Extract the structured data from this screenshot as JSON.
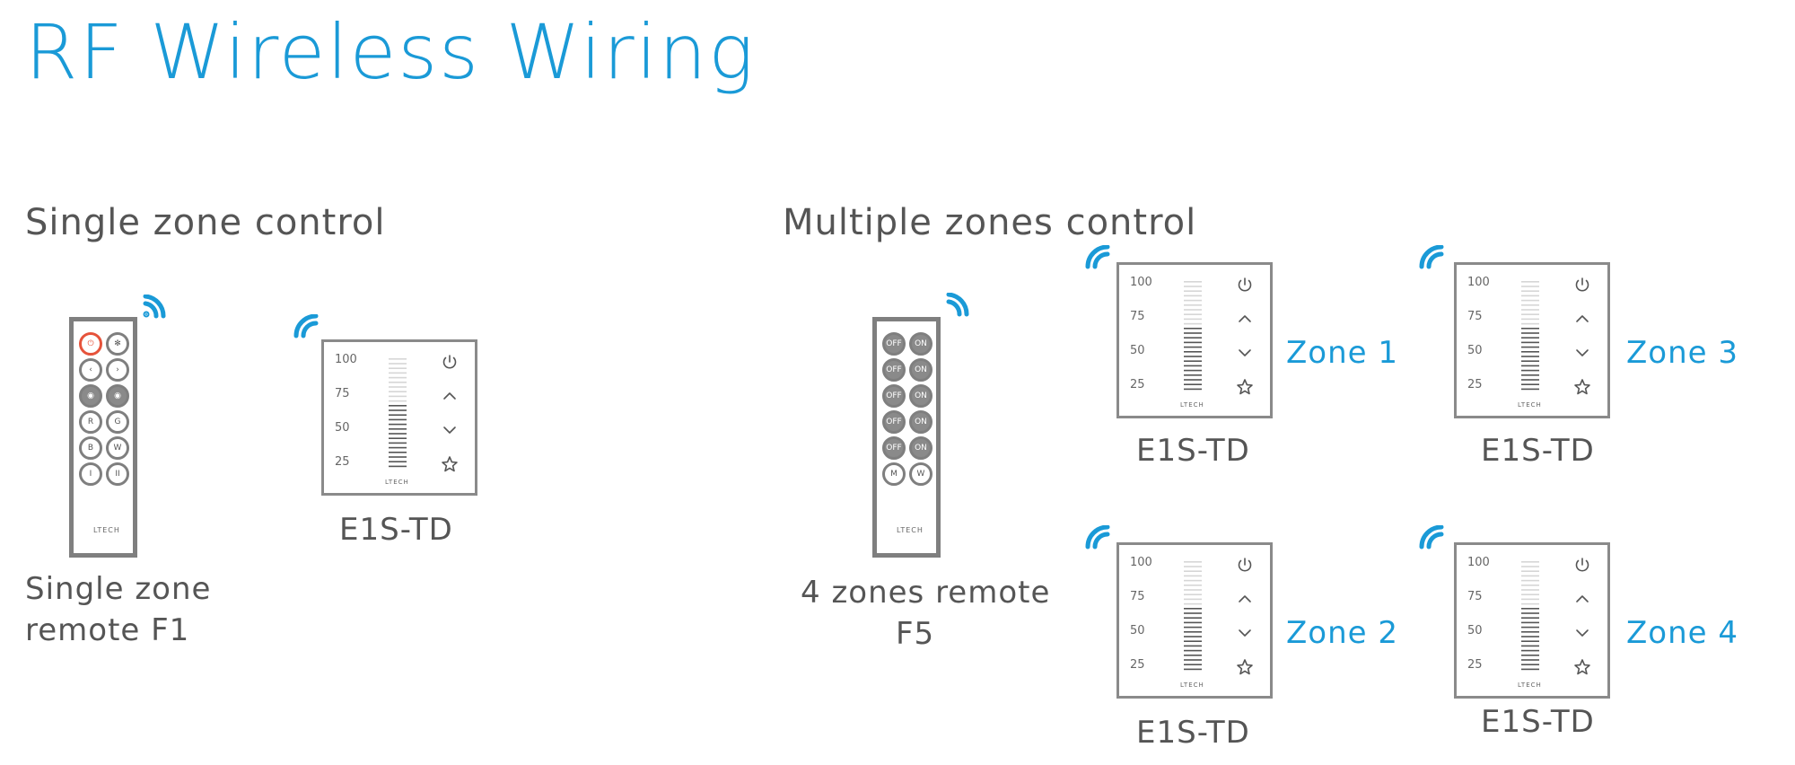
{
  "title": "RF Wireless Wiring",
  "colors": {
    "accent": "#1a9ad7",
    "device_gray": "#8a8a8a",
    "text_gray": "#555555",
    "remote_red": "#e6533b"
  },
  "single": {
    "heading": "Single zone control",
    "remote_caption_line1": "Single zone",
    "remote_caption_line2": "remote F1",
    "remote_brand": "LTECH",
    "remote_buttons": [
      {
        "label": "",
        "icon": "power-icon"
      },
      {
        "label": "",
        "icon": "gear-icon"
      },
      {
        "label": "‹",
        "icon": "chevron-left-icon"
      },
      {
        "label": "›",
        "icon": "chevron-right-icon"
      },
      {
        "label": "",
        "icon": "mode-icon"
      },
      {
        "label": "",
        "icon": "mode-icon"
      },
      {
        "label": "R",
        "icon": ""
      },
      {
        "label": "G",
        "icon": ""
      },
      {
        "label": "B",
        "icon": ""
      },
      {
        "label": "W",
        "icon": ""
      },
      {
        "label": "I",
        "icon": ""
      },
      {
        "label": "II",
        "icon": ""
      }
    ],
    "panel_caption": "E1S-TD"
  },
  "multi": {
    "heading": "Multiple zones control",
    "remote_caption_line1": "4 zones remote",
    "remote_caption_line2": "F5",
    "remote_brand": "LTECH",
    "remote_buttons": [
      {
        "label": "OFF"
      },
      {
        "label": "ON"
      },
      {
        "label": "OFF"
      },
      {
        "label": "ON"
      },
      {
        "label": "OFF"
      },
      {
        "label": "ON"
      },
      {
        "label": "OFF"
      },
      {
        "label": "ON"
      },
      {
        "label": "OFF"
      },
      {
        "label": "ON"
      },
      {
        "label": "M"
      },
      {
        "label": "W"
      }
    ],
    "panels": [
      {
        "caption": "E1S-TD",
        "zone": "Zone 1"
      },
      {
        "caption": "E1S-TD",
        "zone": "Zone 3"
      },
      {
        "caption": "E1S-TD",
        "zone": "Zone 2"
      },
      {
        "caption": "E1S-TD",
        "zone": "Zone 4"
      }
    ]
  },
  "panel_labels": {
    "levels": [
      "100",
      "75",
      "50",
      "25"
    ],
    "brand": "LTECH",
    "icons": [
      "power-icon",
      "chevron-up-icon",
      "chevron-down-icon",
      "star-icon"
    ]
  }
}
